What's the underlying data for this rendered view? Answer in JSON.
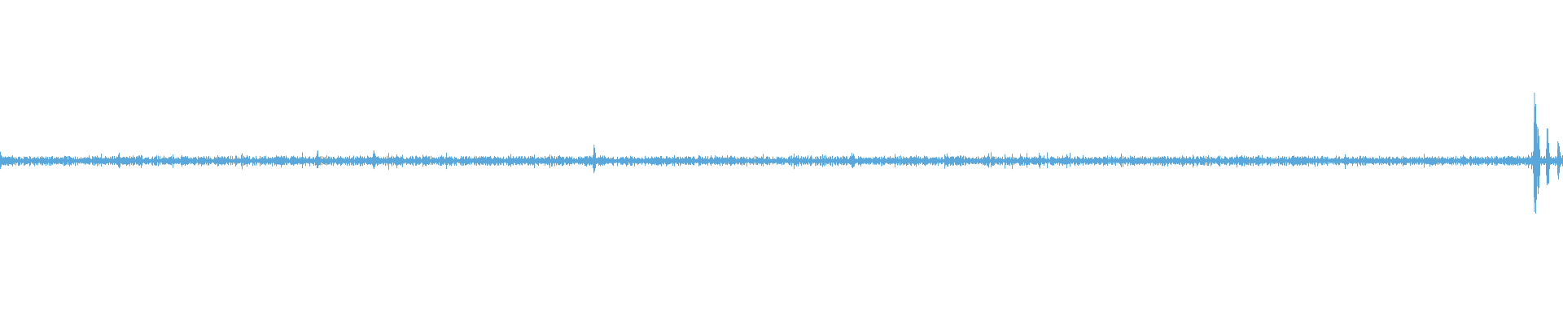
{
  "chart_data": {
    "type": "area",
    "kind": "audio-waveform",
    "title": "",
    "xlabel": "",
    "ylabel": "",
    "grid": false,
    "axes_visible": false,
    "ylim": [
      -1,
      1
    ],
    "baseline": 0,
    "waveform_color": "#5aa7db",
    "background_color": "#ffffff",
    "typical_peak_amplitude": 0.03,
    "events": [
      {
        "x": 0.0,
        "amplitude": 0.05
      },
      {
        "x": 0.076,
        "amplitude": 0.05
      },
      {
        "x": 0.203,
        "amplitude": 0.06
      },
      {
        "x": 0.239,
        "amplitude": 0.065
      },
      {
        "x": 0.38,
        "amplitude": 0.1
      },
      {
        "x": 0.545,
        "amplitude": 0.05
      },
      {
        "x": 0.606,
        "amplitude": 0.045
      },
      {
        "x": 0.665,
        "amplitude": 0.05
      },
      {
        "x": 0.982,
        "amplitude": 0.42
      },
      {
        "x": 0.984,
        "amplitude": 0.21
      },
      {
        "x": 0.99,
        "amplitude": 0.2
      },
      {
        "x": 0.997,
        "amplitude": 0.12
      }
    ]
  }
}
